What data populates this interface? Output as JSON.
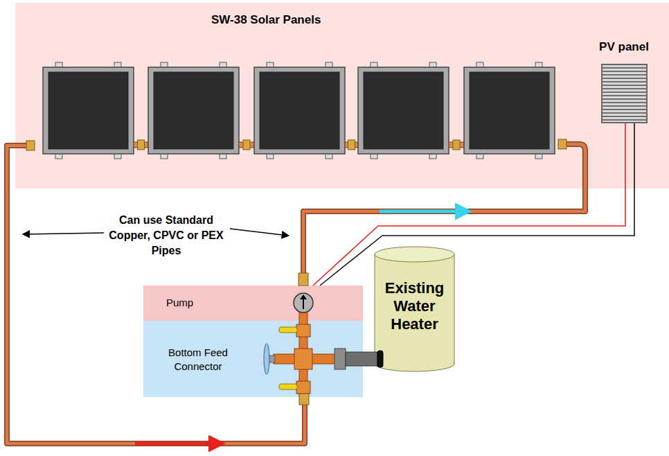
{
  "diagram": {
    "nodes": [
      {
        "text": [
          "SW-38 Solar Panels"
        ]
      },
      {
        "text": [
          "PV panel"
        ],
        "in": 0
      },
      {
        "text": [
          "Pump"
        ]
      },
      {
        "text": [
          "Bottom Feed Connector"
        ]
      },
      {
        "text": [
          "Existing Water Heater"
        ]
      }
    ],
    "edges": [
      {
        "from": 2,
        "to": 0,
        "arrow": "to"
      },
      {
        "from": 0,
        "to": 3,
        "arrow": "to"
      },
      {
        "from": 1,
        "to": 2,
        "arrow": "none"
      }
    ],
    "labels": [
      "Can use Standard Copper, CPVC or PEX Pipes"
    ]
  }
}
